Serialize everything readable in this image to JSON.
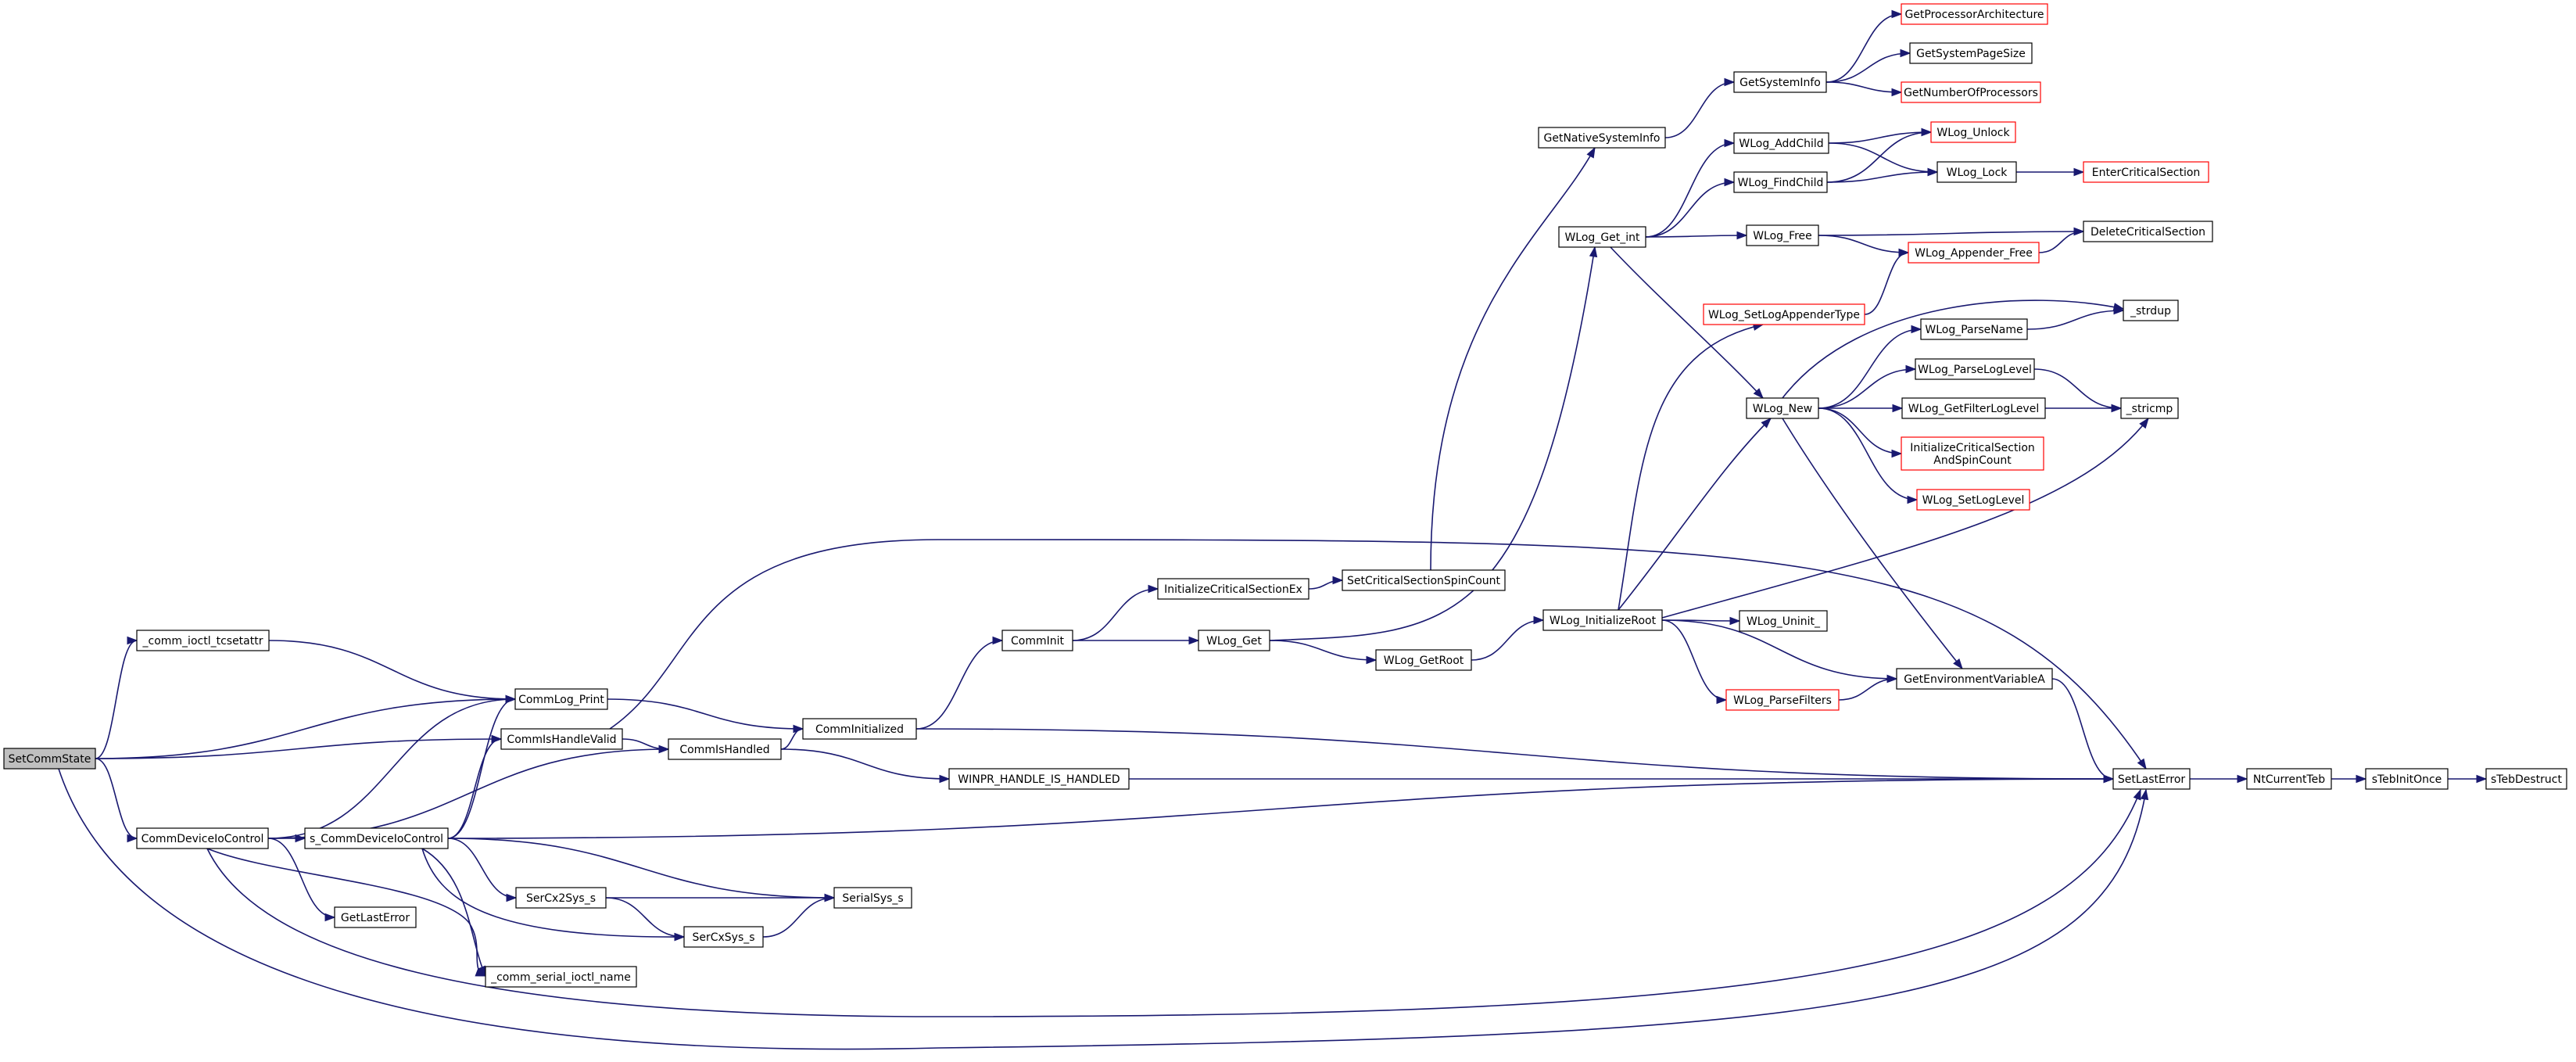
{
  "colors": {
    "edge": "#191970",
    "node_border": "#000000",
    "node_border_incomplete": "#ff0000",
    "root_fill": "#bfbfbf",
    "background": "#ffffff"
  },
  "nodes": [
    {
      "id": "SetCommState",
      "lines": [
        "SetCommState"
      ],
      "root": true
    },
    {
      "id": "_comm_ioctl_tcsetattr",
      "lines": [
        "_comm_ioctl_tcsetattr"
      ]
    },
    {
      "id": "CommLog_Print",
      "lines": [
        "CommLog_Print"
      ]
    },
    {
      "id": "CommIsHandleValid",
      "lines": [
        "CommIsHandleValid"
      ]
    },
    {
      "id": "CommDeviceIoControl",
      "lines": [
        "CommDeviceIoControl"
      ]
    },
    {
      "id": "s_CommDeviceIoControl",
      "lines": [
        "s_CommDeviceIoControl"
      ]
    },
    {
      "id": "GetLastError",
      "lines": [
        "GetLastError"
      ]
    },
    {
      "id": "_comm_serial_ioctl_name",
      "lines": [
        "_comm_serial_ioctl_name"
      ]
    },
    {
      "id": "SerCx2Sys_s",
      "lines": [
        "SerCx2Sys_s"
      ]
    },
    {
      "id": "SerCxSys_s",
      "lines": [
        "SerCxSys_s"
      ]
    },
    {
      "id": "SerialSys_s",
      "lines": [
        "SerialSys_s"
      ]
    },
    {
      "id": "CommIsHandled",
      "lines": [
        "CommIsHandled"
      ]
    },
    {
      "id": "CommInitialized",
      "lines": [
        "CommInitialized"
      ]
    },
    {
      "id": "WINPR_HANDLE_IS_HANDLED",
      "lines": [
        "WINPR_HANDLE_IS_HANDLED"
      ]
    },
    {
      "id": "CommInit",
      "lines": [
        "CommInit"
      ]
    },
    {
      "id": "InitializeCriticalSectionEx",
      "lines": [
        "InitializeCriticalSectionEx"
      ]
    },
    {
      "id": "SetCriticalSectionSpinCount",
      "lines": [
        "SetCriticalSectionSpinCount"
      ]
    },
    {
      "id": "WLog_Get",
      "lines": [
        "WLog_Get"
      ]
    },
    {
      "id": "WLog_GetRoot",
      "lines": [
        "WLog_GetRoot"
      ]
    },
    {
      "id": "GetNativeSystemInfo",
      "lines": [
        "GetNativeSystemInfo"
      ]
    },
    {
      "id": "GetSystemInfo",
      "lines": [
        "GetSystemInfo"
      ]
    },
    {
      "id": "GetProcessorArchitecture",
      "lines": [
        "GetProcessorArchitecture"
      ],
      "incomplete": true
    },
    {
      "id": "GetSystemPageSize",
      "lines": [
        "GetSystemPageSize"
      ]
    },
    {
      "id": "GetNumberOfProcessors",
      "lines": [
        "GetNumberOfProcessors"
      ],
      "incomplete": true
    },
    {
      "id": "WLog_Get_int",
      "lines": [
        "WLog_Get_int"
      ]
    },
    {
      "id": "WLog_AddChild",
      "lines": [
        "WLog_AddChild"
      ]
    },
    {
      "id": "WLog_FindChild",
      "lines": [
        "WLog_FindChild"
      ]
    },
    {
      "id": "WLog_Unlock",
      "lines": [
        "WLog_Unlock"
      ],
      "incomplete": true
    },
    {
      "id": "WLog_Lock",
      "lines": [
        "WLog_Lock"
      ]
    },
    {
      "id": "EnterCriticalSection",
      "lines": [
        "EnterCriticalSection"
      ],
      "incomplete": true
    },
    {
      "id": "WLog_Free",
      "lines": [
        "WLog_Free"
      ]
    },
    {
      "id": "DeleteCriticalSection",
      "lines": [
        "DeleteCriticalSection"
      ]
    },
    {
      "id": "WLog_Appender_Free",
      "lines": [
        "WLog_Appender_Free"
      ],
      "incomplete": true
    },
    {
      "id": "WLog_SetLogAppenderType",
      "lines": [
        "WLog_SetLogAppenderType"
      ],
      "incomplete": true
    },
    {
      "id": "WLog_New",
      "lines": [
        "WLog_New"
      ]
    },
    {
      "id": "_strdup",
      "lines": [
        "_strdup"
      ]
    },
    {
      "id": "WLog_ParseName",
      "lines": [
        "WLog_ParseName"
      ]
    },
    {
      "id": "WLog_ParseLogLevel",
      "lines": [
        "WLog_ParseLogLevel"
      ]
    },
    {
      "id": "WLog_GetFilterLogLevel",
      "lines": [
        "WLog_GetFilterLogLevel"
      ]
    },
    {
      "id": "_stricmp",
      "lines": [
        "_stricmp"
      ]
    },
    {
      "id": "InitializeCriticalSectionAndSpinCount",
      "lines": [
        "InitializeCriticalSection",
        "AndSpinCount"
      ],
      "incomplete": true
    },
    {
      "id": "WLog_SetLogLevel",
      "lines": [
        "WLog_SetLogLevel"
      ],
      "incomplete": true
    },
    {
      "id": "WLog_InitializeRoot",
      "lines": [
        "WLog_InitializeRoot"
      ]
    },
    {
      "id": "WLog_Uninit_",
      "lines": [
        "WLog_Uninit_"
      ]
    },
    {
      "id": "WLog_ParseFilters",
      "lines": [
        "WLog_ParseFilters"
      ],
      "incomplete": true
    },
    {
      "id": "GetEnvironmentVariableA",
      "lines": [
        "GetEnvironmentVariableA"
      ]
    },
    {
      "id": "SetLastError",
      "lines": [
        "SetLastError"
      ]
    },
    {
      "id": "NtCurrentTeb",
      "lines": [
        "NtCurrentTeb"
      ]
    },
    {
      "id": "sTebInitOnce",
      "lines": [
        "sTebInitOnce"
      ]
    },
    {
      "id": "sTebDestruct",
      "lines": [
        "sTebDestruct"
      ]
    }
  ],
  "edges": [
    [
      "SetCommState",
      "_comm_ioctl_tcsetattr"
    ],
    [
      "SetCommState",
      "CommLog_Print"
    ],
    [
      "SetCommState",
      "CommIsHandleValid"
    ],
    [
      "SetCommState",
      "CommDeviceIoControl"
    ],
    [
      "SetCommState",
      "SetLastError"
    ],
    [
      "_comm_ioctl_tcsetattr",
      "CommLog_Print"
    ],
    [
      "CommLog_Print",
      "CommInitialized"
    ],
    [
      "CommIsHandleValid",
      "CommIsHandled"
    ],
    [
      "CommIsHandleValid",
      "SetLastError"
    ],
    [
      "CommDeviceIoControl",
      "CommLog_Print"
    ],
    [
      "CommDeviceIoControl",
      "CommIsHandled"
    ],
    [
      "CommDeviceIoControl",
      "s_CommDeviceIoControl"
    ],
    [
      "CommDeviceIoControl",
      "GetLastError"
    ],
    [
      "CommDeviceIoControl",
      "_comm_serial_ioctl_name"
    ],
    [
      "CommDeviceIoControl",
      "SetLastError"
    ],
    [
      "s_CommDeviceIoControl",
      "CommLog_Print"
    ],
    [
      "s_CommDeviceIoControl",
      "CommIsHandleValid"
    ],
    [
      "s_CommDeviceIoControl",
      "SerCx2Sys_s"
    ],
    [
      "s_CommDeviceIoControl",
      "SerCxSys_s"
    ],
    [
      "s_CommDeviceIoControl",
      "SerialSys_s"
    ],
    [
      "s_CommDeviceIoControl",
      "_comm_serial_ioctl_name"
    ],
    [
      "s_CommDeviceIoControl",
      "SetLastError"
    ],
    [
      "SerCx2Sys_s",
      "SerialSys_s"
    ],
    [
      "SerCx2Sys_s",
      "SerCxSys_s"
    ],
    [
      "SerCxSys_s",
      "SerialSys_s"
    ],
    [
      "CommIsHandled",
      "CommInitialized"
    ],
    [
      "CommIsHandled",
      "WINPR_HANDLE_IS_HANDLED"
    ],
    [
      "CommInitialized",
      "CommInit"
    ],
    [
      "CommInitialized",
      "SetLastError"
    ],
    [
      "WINPR_HANDLE_IS_HANDLED",
      "SetLastError"
    ],
    [
      "CommInit",
      "InitializeCriticalSectionEx"
    ],
    [
      "CommInit",
      "WLog_Get"
    ],
    [
      "InitializeCriticalSectionEx",
      "SetCriticalSectionSpinCount"
    ],
    [
      "SetCriticalSectionSpinCount",
      "GetNativeSystemInfo"
    ],
    [
      "WLog_Get",
      "WLog_Get_int"
    ],
    [
      "WLog_Get",
      "WLog_GetRoot"
    ],
    [
      "WLog_GetRoot",
      "WLog_InitializeRoot"
    ],
    [
      "GetNativeSystemInfo",
      "GetSystemInfo"
    ],
    [
      "GetSystemInfo",
      "GetProcessorArchitecture"
    ],
    [
      "GetSystemInfo",
      "GetSystemPageSize"
    ],
    [
      "GetSystemInfo",
      "GetNumberOfProcessors"
    ],
    [
      "WLog_Get_int",
      "WLog_AddChild"
    ],
    [
      "WLog_Get_int",
      "WLog_FindChild"
    ],
    [
      "WLog_Get_int",
      "WLog_Free"
    ],
    [
      "WLog_Get_int",
      "WLog_New"
    ],
    [
      "WLog_AddChild",
      "WLog_Unlock"
    ],
    [
      "WLog_AddChild",
      "WLog_Lock"
    ],
    [
      "WLog_FindChild",
      "WLog_Unlock"
    ],
    [
      "WLog_FindChild",
      "WLog_Lock"
    ],
    [
      "WLog_Lock",
      "EnterCriticalSection"
    ],
    [
      "WLog_Free",
      "DeleteCriticalSection"
    ],
    [
      "WLog_Free",
      "WLog_Appender_Free"
    ],
    [
      "WLog_Appender_Free",
      "DeleteCriticalSection"
    ],
    [
      "WLog_SetLogAppenderType",
      "WLog_Appender_Free"
    ],
    [
      "WLog_New",
      "_strdup"
    ],
    [
      "WLog_New",
      "WLog_ParseName"
    ],
    [
      "WLog_New",
      "WLog_ParseLogLevel"
    ],
    [
      "WLog_New",
      "WLog_GetFilterLogLevel"
    ],
    [
      "WLog_New",
      "InitializeCriticalSectionAndSpinCount"
    ],
    [
      "WLog_New",
      "WLog_SetLogLevel"
    ],
    [
      "WLog_New",
      "GetEnvironmentVariableA"
    ],
    [
      "WLog_ParseName",
      "_strdup"
    ],
    [
      "WLog_ParseLogLevel",
      "_stricmp"
    ],
    [
      "WLog_GetFilterLogLevel",
      "_stricmp"
    ],
    [
      "WLog_InitializeRoot",
      "WLog_SetLogAppenderType"
    ],
    [
      "WLog_InitializeRoot",
      "WLog_New"
    ],
    [
      "WLog_InitializeRoot",
      "_stricmp"
    ],
    [
      "WLog_InitializeRoot",
      "WLog_Uninit_"
    ],
    [
      "WLog_InitializeRoot",
      "GetEnvironmentVariableA"
    ],
    [
      "WLog_InitializeRoot",
      "WLog_ParseFilters"
    ],
    [
      "WLog_ParseFilters",
      "GetEnvironmentVariableA"
    ],
    [
      "GetEnvironmentVariableA",
      "SetLastError"
    ],
    [
      "SetLastError",
      "NtCurrentTeb"
    ],
    [
      "NtCurrentTeb",
      "sTebInitOnce"
    ],
    [
      "sTebInitOnce",
      "sTebDestruct"
    ]
  ]
}
